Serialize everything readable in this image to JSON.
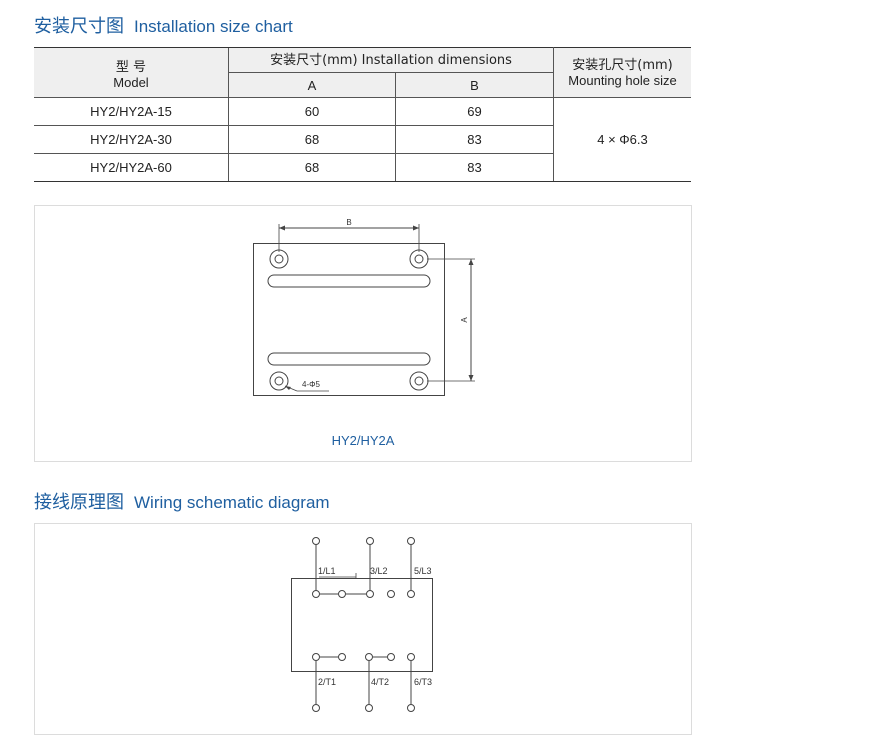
{
  "section1": {
    "title_zh": "安装尺寸图",
    "title_en": "Installation size chart"
  },
  "table": {
    "h_model_zh": "型 号",
    "h_model_en": "Model",
    "h_dims": "安装尺寸(mm)  Installation dimensions",
    "h_a": "A",
    "h_b": "B",
    "h_mount_zh": "安装孔尺寸(mm)",
    "h_mount_en": "Mounting hole size",
    "rows": [
      {
        "model": "HY2/HY2A-15",
        "a": "60",
        "b": "69"
      },
      {
        "model": "HY2/HY2A-30",
        "a": "68",
        "b": "83"
      },
      {
        "model": "HY2/HY2A-60",
        "a": "68",
        "b": "83"
      }
    ],
    "mount": "4 × Φ6.3"
  },
  "drawing1": {
    "label_b": "B",
    "label_a": "A",
    "hole_label": "4-Φ5",
    "caption": "HY2/HY2A"
  },
  "section2": {
    "title_zh": "接线原理图",
    "title_en": "Wiring schematic diagram"
  },
  "drawing2": {
    "top_labels": [
      "1/L1",
      "3/L2",
      "5/L3"
    ],
    "bottom_labels": [
      "2/T1",
      "4/T2",
      "6/T3"
    ]
  },
  "colors": {
    "title": "#1f5fa0",
    "caption": "#1f5fa0",
    "line": "#333333"
  }
}
